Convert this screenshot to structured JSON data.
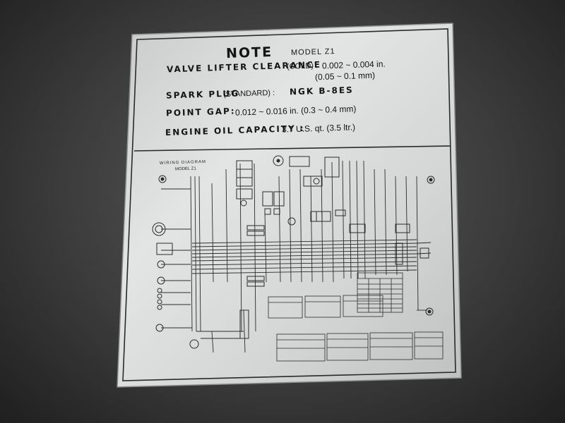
{
  "note": {
    "title": "NOTE",
    "model": "MODEL  Z1",
    "valve_label": "VALVE LIFTER CLEARANCE",
    "valve_cond": "(COLD) :",
    "valve_in": "0.002 ~ 0.004 in.",
    "valve_mm": "(0.05 ~ 0.1 mm)",
    "spark_label": "SPARK PLUG",
    "spark_cond": "(STANDARD) :",
    "spark_value": "NGK   B-8ES",
    "point_label": "POINT GAP:",
    "point_value": "0.012 ~ 0.016 in. (0.3 ~ 0.4 mm)",
    "oil_label": "ENGINE OIL CAPACITY :",
    "oil_value": "3.7 U.S. qt. (3.5 ltr.)"
  },
  "diagram": {
    "title": "WIRING DIAGRAM",
    "model": "MODEL   Z1"
  },
  "colors": {
    "background": "#3c3c3c",
    "plate": "#d6d8d8",
    "ink": "#141414"
  }
}
